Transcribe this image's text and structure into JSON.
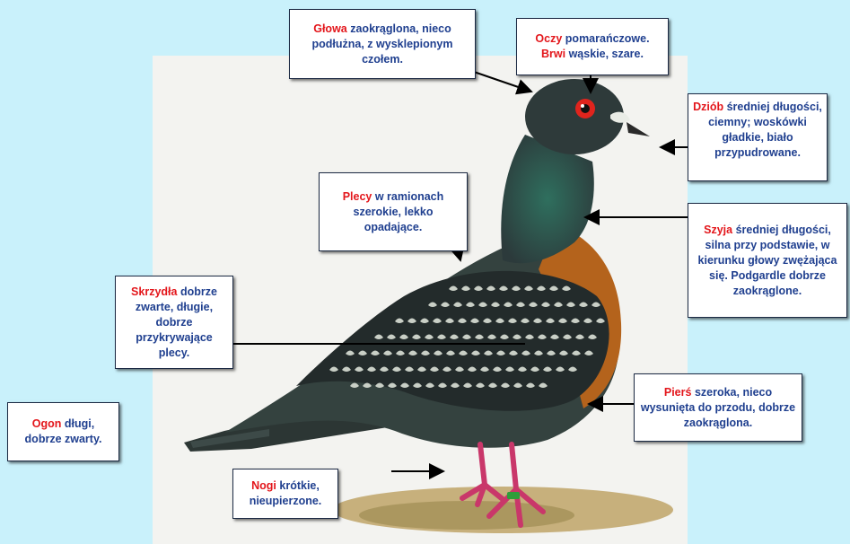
{
  "colors": {
    "background": "#c9f1fb",
    "panel": "#f3f3f0",
    "label_text": "#1f3f8f",
    "highlight": "#e3161b",
    "pigeon_body": "#33413f",
    "pigeon_breast": "#b4631c",
    "legs": "#c9376a"
  },
  "labels": {
    "head": {
      "key": "Głowa",
      "text": "zaokrąglona, nieco podłużna, z wysklepionym czołem."
    },
    "eyes": {
      "key": "Oczy",
      "text": "pomarańczowe.",
      "key2": "Brwi",
      "text2": "wąskie, szare."
    },
    "beak": {
      "key": "Dziób",
      "text": "średniej długości, ciemny; woskówki gładkie, biało przypudrowane."
    },
    "back": {
      "key": "Plecy",
      "text": "w ramionach szerokie, lekko opadające."
    },
    "neck": {
      "key": "Szyja",
      "text": "średniej długości, silna przy podstawie, w kierunku głowy zwężająca się.  Podgardle dobrze zaokrąglone."
    },
    "wings": {
      "key": "Skrzydła",
      "text": "dobrze zwarte, długie, dobrze przykrywające plecy."
    },
    "breast": {
      "key": "Pierś",
      "text": "szeroka, nieco wysunięta do przodu, dobrze zaokrąglona."
    },
    "tail": {
      "key": "Ogon",
      "text": "długi, dobrze zwarty."
    },
    "legs": {
      "key": "Nogi",
      "text": "krótkie, nieupierzone."
    }
  }
}
